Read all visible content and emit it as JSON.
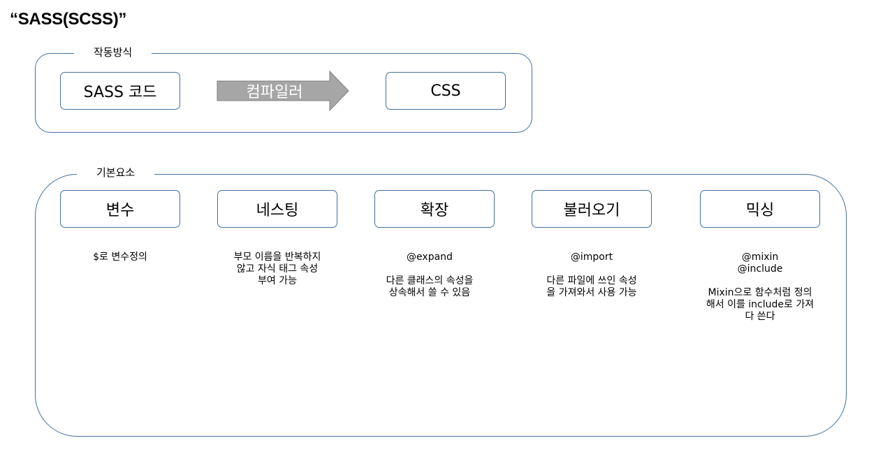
{
  "page_title": "“SASS(SCSS)”",
  "operation": {
    "group_label": "작동방식",
    "source_box": "SASS 코드",
    "arrow_label": "컴파일러",
    "target_box": "CSS",
    "arrow_color": "#a6a6a6"
  },
  "elements": {
    "group_label": "기본요소",
    "items": [
      {
        "title": "변수",
        "lines": [
          "$로 변수정의"
        ]
      },
      {
        "title": "네스팅",
        "lines": [
          "부모 이름을 반복하지",
          "않고 자식 태그 속성",
          "부여 가능"
        ]
      },
      {
        "title": "확장",
        "lines": [
          "@expand",
          "",
          "다른 클래스의 속성을",
          "상속해서 쓸 수 있음"
        ]
      },
      {
        "title": "불러오기",
        "lines": [
          "@import",
          "",
          "다른 파일에 쓰인 속성",
          "을 가져와서 사용 가능"
        ]
      },
      {
        "title": "믹싱",
        "lines": [
          "@mixin",
          "@include",
          "",
          "Mixin으로 함수처럼 정의",
          "해서 이를 include로 가져",
          "다 쓴다"
        ]
      }
    ]
  },
  "colors": {
    "border": "#41719c",
    "arrow_fill": "#a6a6a6",
    "arrow_stroke": "#7f7f7f"
  }
}
